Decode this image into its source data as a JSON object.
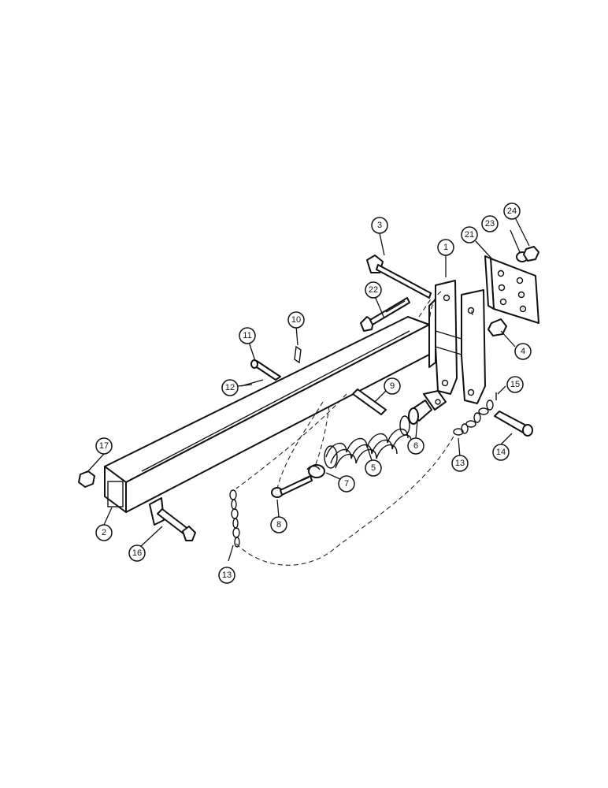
{
  "callouts": [
    {
      "id": "c1",
      "label": "1"
    },
    {
      "id": "c2",
      "label": "2"
    },
    {
      "id": "c3",
      "label": "3"
    },
    {
      "id": "c4",
      "label": "4"
    },
    {
      "id": "c5",
      "label": "5"
    },
    {
      "id": "c6",
      "label": "6"
    },
    {
      "id": "c7",
      "label": "7"
    },
    {
      "id": "c8",
      "label": "8"
    },
    {
      "id": "c9",
      "label": "9"
    },
    {
      "id": "c10",
      "label": "10"
    },
    {
      "id": "c11",
      "label": "11"
    },
    {
      "id": "c12",
      "label": "12"
    },
    {
      "id": "c13a",
      "label": "13"
    },
    {
      "id": "c13b",
      "label": "13"
    },
    {
      "id": "c14",
      "label": "14"
    },
    {
      "id": "c15",
      "label": "15"
    },
    {
      "id": "c16",
      "label": "16"
    },
    {
      "id": "c17",
      "label": "17"
    },
    {
      "id": "c21",
      "label": "21"
    },
    {
      "id": "c22",
      "label": "22"
    },
    {
      "id": "c23",
      "label": "23"
    },
    {
      "id": "c24",
      "label": "24"
    }
  ]
}
